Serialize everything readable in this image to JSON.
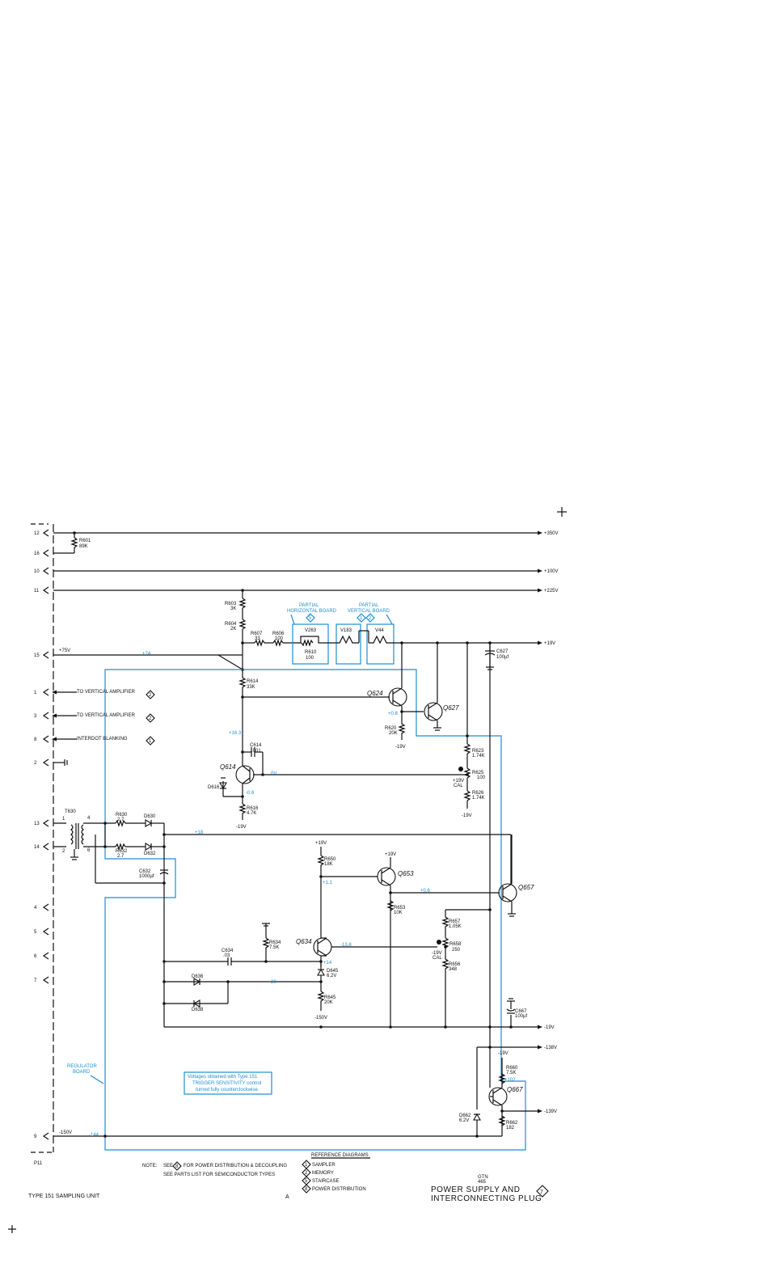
{
  "connector": {
    "name": "P11",
    "pins": [
      {
        "num": "12",
        "voltage": "+350V"
      },
      {
        "num": "16",
        "voltage": ""
      },
      {
        "num": "10",
        "voltage": "+100V"
      },
      {
        "num": "11",
        "voltage": "+225V"
      },
      {
        "num": "15",
        "voltage": "+75V"
      },
      {
        "num": "1",
        "voltage": ""
      },
      {
        "num": "3",
        "voltage": ""
      },
      {
        "num": "8",
        "voltage": ""
      },
      {
        "num": "2",
        "voltage": ""
      },
      {
        "num": "13",
        "voltage": ""
      },
      {
        "num": "14",
        "voltage": ""
      },
      {
        "num": "4",
        "voltage": ""
      },
      {
        "num": "5",
        "voltage": ""
      },
      {
        "num": "6",
        "voltage": ""
      },
      {
        "num": "7",
        "voltage": ""
      },
      {
        "num": "9",
        "voltage": "-150V"
      }
    ]
  },
  "rails": {
    "p350": "+350V",
    "p100": "+100V",
    "p225": "+225V",
    "p19": "+19V",
    "m19": "-19V",
    "m138": "-138V",
    "m139": "-139V"
  },
  "signals": {
    "to_vert_1": "TO VERTICAL AMPLIFIER",
    "to_vert_1_ref": "2",
    "to_vert_2": "TO VERTICAL AMPLIFIER",
    "to_vert_2_ref": "2",
    "interdot": "INTERDOT BLANKING",
    "interdot_ref": "1"
  },
  "components": {
    "R601": [
      "R601",
      "89K"
    ],
    "R603": [
      "R603",
      "3K"
    ],
    "R604": [
      "R604",
      "2K"
    ],
    "R607": [
      "R607",
      "33"
    ],
    "R606": [
      "R606",
      "100"
    ],
    "R610": [
      "R610",
      "100"
    ],
    "R614": [
      "R614",
      "33K"
    ],
    "R620": [
      "R620",
      "20K"
    ],
    "R616": [
      "R616",
      "4.7K"
    ],
    "R623": [
      "R623",
      "1.74K"
    ],
    "R625": [
      "R625",
      "100"
    ],
    "R626": [
      "R626",
      "1.74K"
    ],
    "R630": [
      "R630",
      "2.7"
    ],
    "R632": [
      "R632",
      "2.7"
    ],
    "R650": [
      "R650",
      "18K"
    ],
    "R653": [
      "R653",
      "10K"
    ],
    "R634": [
      "R634",
      "7.5K"
    ],
    "R645": [
      "R645",
      "20K"
    ],
    "R657": [
      "R657",
      "1.05K"
    ],
    "R658": [
      "R658",
      "250"
    ],
    "R656": [
      "R656",
      "348"
    ],
    "R660": [
      "R660",
      "7.5K"
    ],
    "R662": [
      "R662",
      "182"
    ],
    "C614": [
      "C614",
      ".001"
    ],
    "C627": [
      "C627",
      "100µf"
    ],
    "C632": [
      "C632",
      "1000µf"
    ],
    "C634": [
      "C634",
      ".03"
    ],
    "C667": [
      "C667",
      "100µf"
    ],
    "D616": "D616",
    "D630": "D630",
    "D632": "D632",
    "D636": "D636",
    "D638": "D638",
    "D645": [
      "D645",
      "6.2V"
    ],
    "D662": [
      "D662",
      "6.2V"
    ],
    "T630": "T630",
    "Q614": "Q614",
    "Q624": "Q624",
    "Q627": "Q627",
    "Q634": "Q634",
    "Q653": "Q653",
    "Q657": "Q657",
    "Q667": "Q667",
    "V263": "V263",
    "V183": "V183",
    "V44": "V44"
  },
  "cal_labels": {
    "r625": "+19V\nCAL",
    "r658": "-19V\nCAL"
  },
  "boards": {
    "horizontal": "PARTIAL\nHORIZONTAL BOARD",
    "horizontal_ref": "5",
    "vertical": "PARTIAL\nVERTICAL BOARD",
    "vertical_ref_a": "1",
    "vertical_ref_b": "2",
    "regulator": "REGULATOR\nBOARD"
  },
  "voltages": {
    "v74": "+74",
    "v163": "+16.3",
    "v08": "+0.8",
    "v0v": "0V",
    "vm06": "-0.6",
    "v18": "+18",
    "v11": "+1.1",
    "v06": "+0.6",
    "vm138": "-13.8",
    "v14": "+14",
    "vm20": "-20",
    "v102": "+102",
    "vm144": "-144",
    "m19a": "-19V",
    "m19b": "-19V",
    "m19c": "-19V",
    "m150": "-150V",
    "p19a": "+19V",
    "p19b": "+19V",
    "m19v": "-19V"
  },
  "voltage_note": "Voltages obtained with Type 151\nTRIGGER SENSITIVITY control\nturned fully counterclockwise.",
  "notes": {
    "prefix": "NOTE:",
    "line1a": "SEE",
    "line1_ref": "8",
    "line1b": "FOR POWER DISTRIBUTION & DECOUPLING",
    "line2": "SEE PARTS LIST FOR SEMICONDUCTOR TYPES"
  },
  "reference_diagrams": {
    "title": "REFERENCE DIAGRAMS",
    "items": [
      {
        "num": "1",
        "label": "SAMPLER"
      },
      {
        "num": "2",
        "label": "MEMORY"
      },
      {
        "num": "5",
        "label": "STAIRCASE"
      },
      {
        "num": "8",
        "label": "POWER DISTRIBUTION"
      }
    ]
  },
  "title_block": {
    "unit": "TYPE 151 SAMPLING UNIT",
    "rev": "A",
    "gtn": "GTN\n465",
    "title_line1": "POWER SUPPLY AND",
    "title_line2": "INTERCONNECTING PLUG",
    "diagram_number": "7"
  }
}
